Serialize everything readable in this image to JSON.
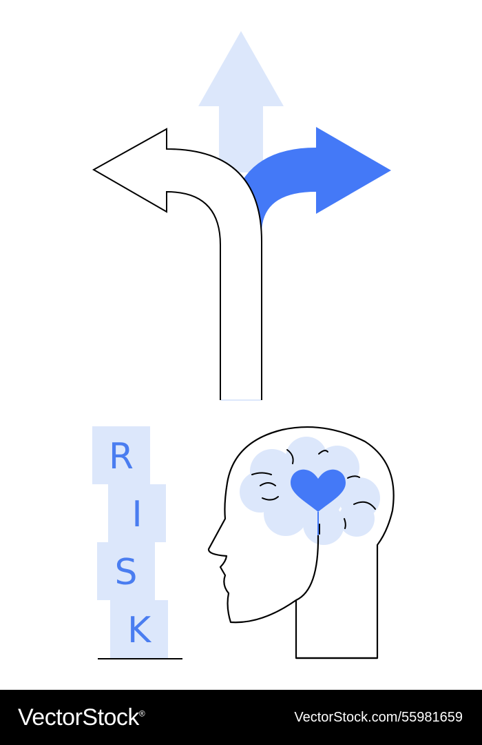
{
  "colors": {
    "accent": "#4479f7",
    "light_accent": "#dce7fb",
    "stroke": "#000000",
    "background": "#ffffff",
    "footer_background": "#000000"
  },
  "illustration": {
    "arrows": {
      "up": "up-arrow-icon",
      "left": "left-arrow-icon",
      "right": "right-arrow-icon"
    },
    "risk_blocks": [
      "R",
      "I",
      "S",
      "K"
    ],
    "head": {
      "icon": "head-profile-icon",
      "brain": "brain-icon",
      "heart": "heart-icon"
    }
  },
  "footer": {
    "logo_text": "VectorStock",
    "logo_mark": "®",
    "reference": "VectorStock.com/55981659"
  }
}
